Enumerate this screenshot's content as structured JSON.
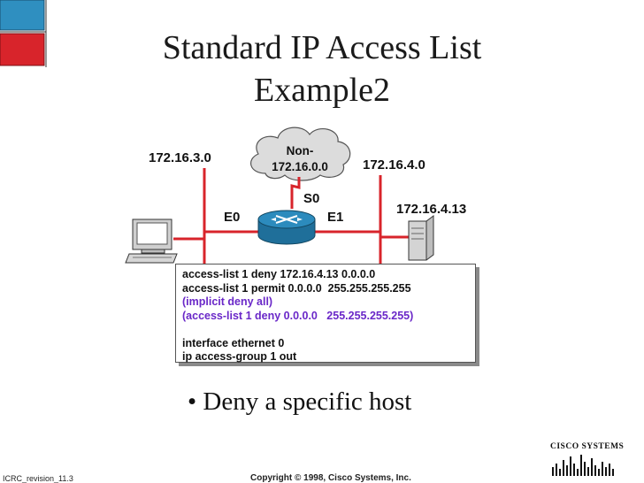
{
  "slide": {
    "title_line1": "Standard IP Access List",
    "title_line2": "Example2"
  },
  "network": {
    "net_left": "172.16.3.0",
    "cloud_line1": "Non-",
    "cloud_line2": "172.16.0.0",
    "net_right": "172.16.4.0",
    "serial_iface": "S0",
    "eth0_iface": "E0",
    "eth1_iface": "E1",
    "host": "172.16.4.13"
  },
  "config": {
    "lines": [
      "access-list 1 deny 172.16.4.13 0.0.0.0",
      "access-list 1 permit 0.0.0.0  255.255.255.255",
      "(implicit deny all)",
      "(access-list 1 deny 0.0.0.0   255.255.255.255)",
      "",
      "interface ethernet 0",
      "ip access-group 1 out"
    ],
    "implicit_color": "#6a28c8"
  },
  "bullet": "Deny a specific host",
  "footer": {
    "left": "ICRC_revision_11.3",
    "center": "Copyright © 1998, Cisco Systems, Inc."
  },
  "logo": {
    "text": "CISCO SYSTEMS"
  },
  "colors": {
    "accent_red": "#d8242b",
    "accent_blue": "#2f8fc0",
    "router_blue": "#2c8bbd"
  }
}
